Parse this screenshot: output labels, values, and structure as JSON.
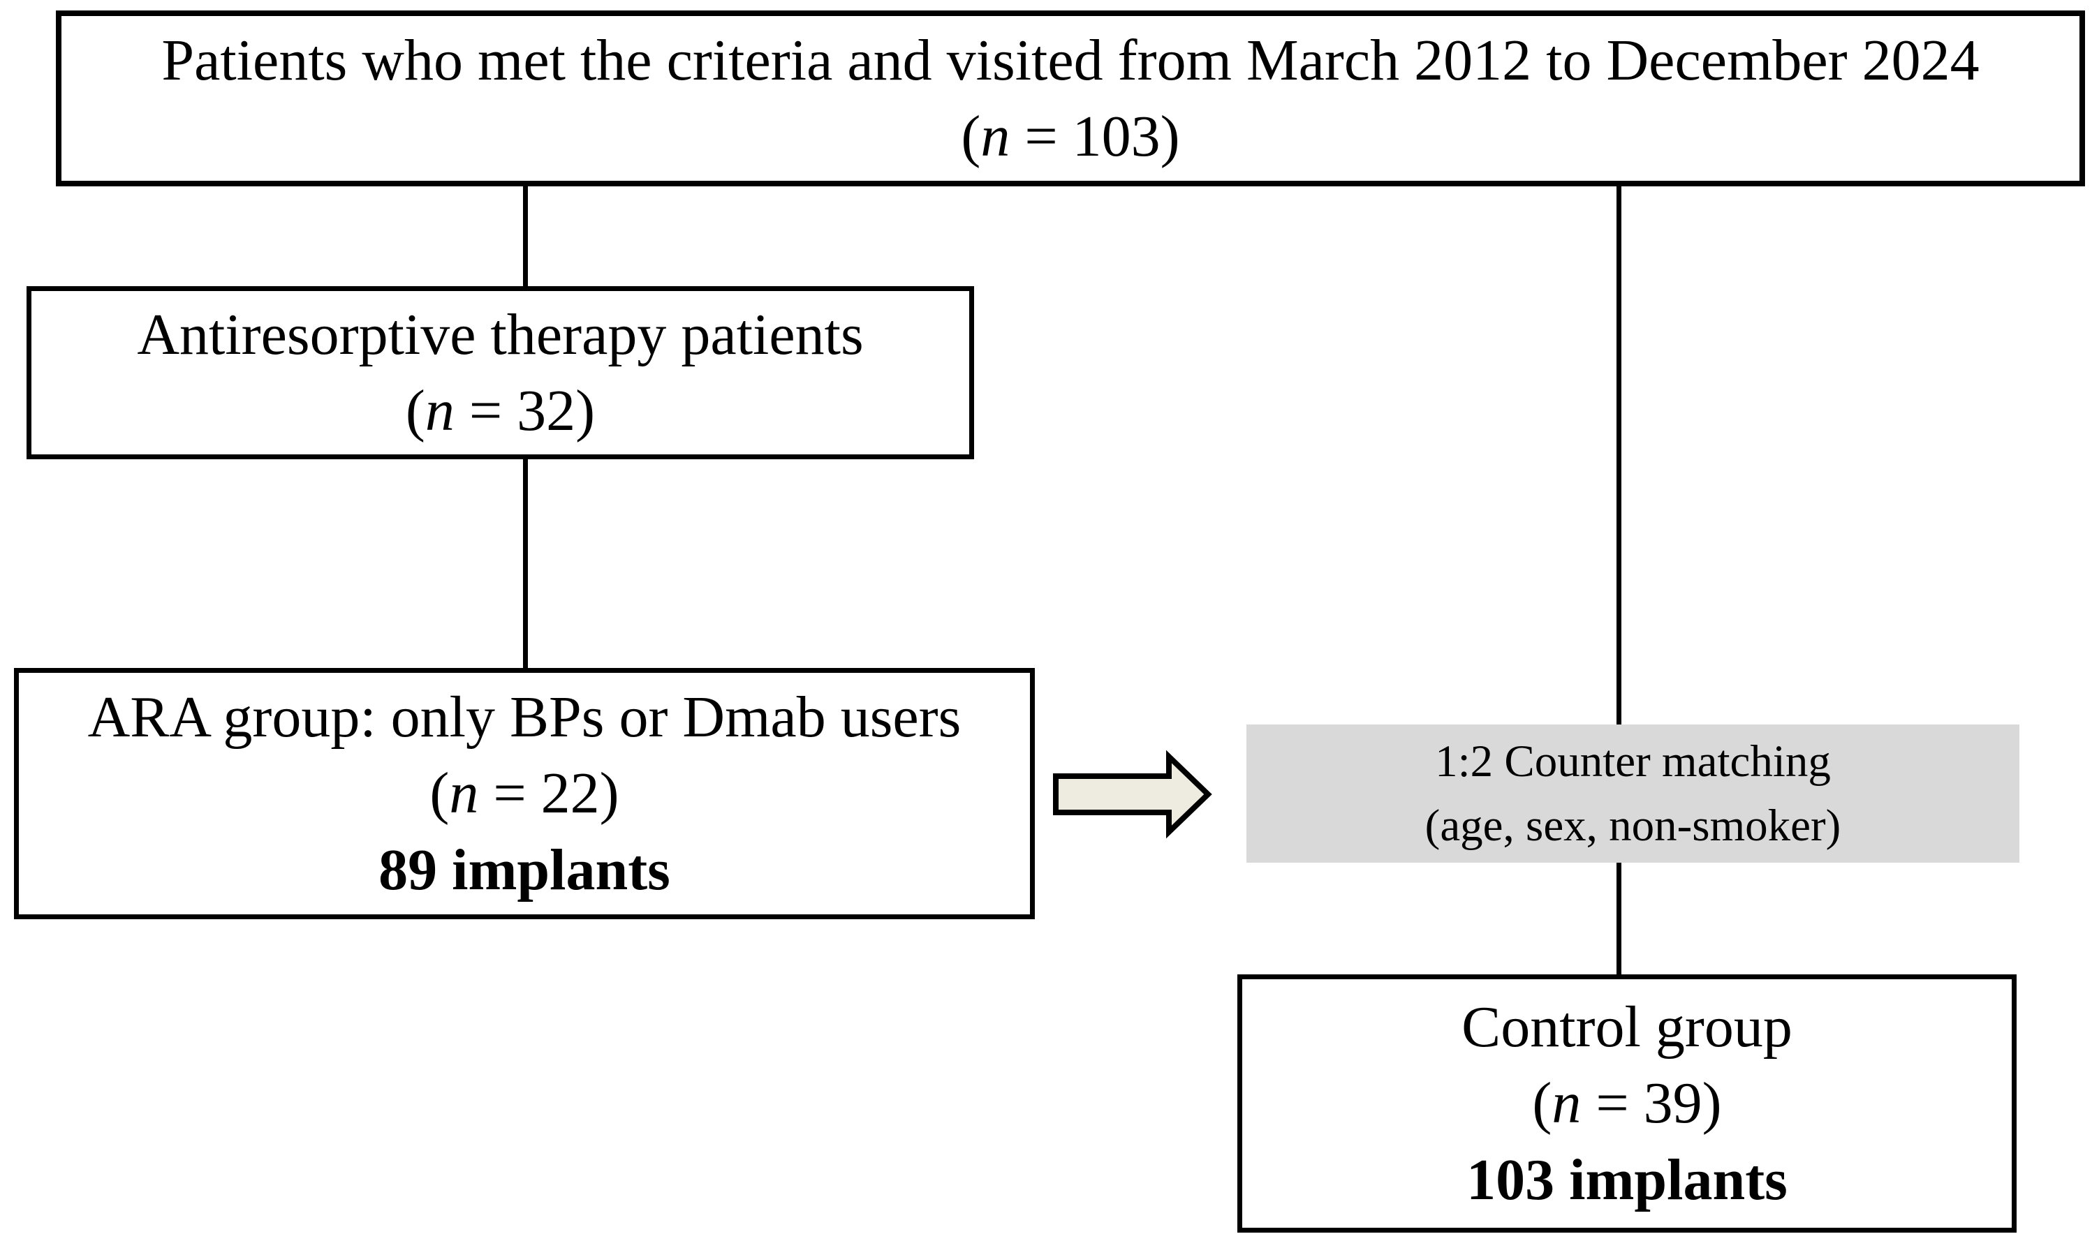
{
  "diagram": {
    "colors": {
      "background": "#ffffff",
      "line": "#000000",
      "matching_bg": "#d9d9d9",
      "arrow_fill": "#eeece1",
      "arrow_stroke": "#000000"
    },
    "boxes": {
      "eligible": {
        "title": "Patients who met the criteria and visited from March 2012 to December 2024",
        "count_open": "(",
        "count_symbol": "n",
        "count_rest": " = 103)"
      },
      "antiresorptive": {
        "title": "Antiresorptive therapy patients",
        "count_open": "(",
        "count_symbol": "n",
        "count_rest": " = 32)"
      },
      "ara": {
        "title": "ARA group: only BPs or Dmab users",
        "count_open": "(",
        "count_symbol": "n",
        "count_rest": " = 22)",
        "implants": "89 implants"
      },
      "matching": {
        "line1": "1:2 Counter matching",
        "line2": "(age, sex, non-smoker)"
      },
      "control": {
        "title": "Control group",
        "count_open": "(",
        "count_symbol": "n",
        "count_rest": " = 39)",
        "implants": "103 implants"
      }
    }
  }
}
